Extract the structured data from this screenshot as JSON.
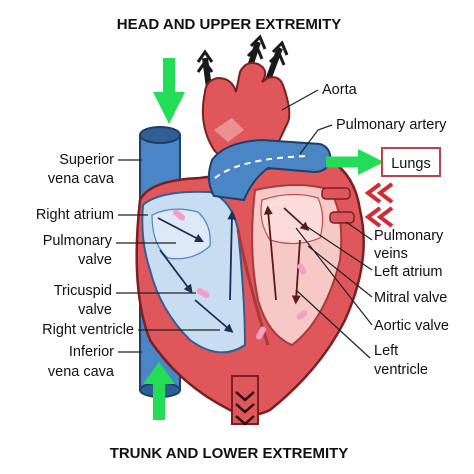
{
  "headings": {
    "top": "HEAD AND UPPER EXTREMITY",
    "bottom": "TRUNK AND LOWER EXTREMITY"
  },
  "labels": {
    "aorta": "Aorta",
    "pulmonary_artery": "Pulmonary artery",
    "lungs": "Lungs",
    "superior_vena_cava": [
      "Superior",
      "vena cava"
    ],
    "right_atrium": "Right atrium",
    "pulmonary_valve": [
      "Pulmonary",
      "valve"
    ],
    "tricuspid_valve": [
      "Tricuspid",
      "valve"
    ],
    "right_ventricle": "Right ventricle",
    "inferior_vena_cava": [
      "Inferior",
      "vena cava"
    ],
    "pulmonary_veins": [
      "Pulmonary",
      "veins"
    ],
    "left_atrium": "Left atrium",
    "mitral_valve": "Mitral valve",
    "aortic_valve": "Aortic valve",
    "left_ventricle": [
      "Left",
      "ventricle"
    ]
  },
  "colors": {
    "deoxygenated_blue": "#4a86c5",
    "oxygenated_red": "#e0575b",
    "flow_arrow_green": "#22dd55",
    "chamber_light_blue": "#c8ddf2",
    "chamber_light_pink": "#f6c9c7"
  }
}
